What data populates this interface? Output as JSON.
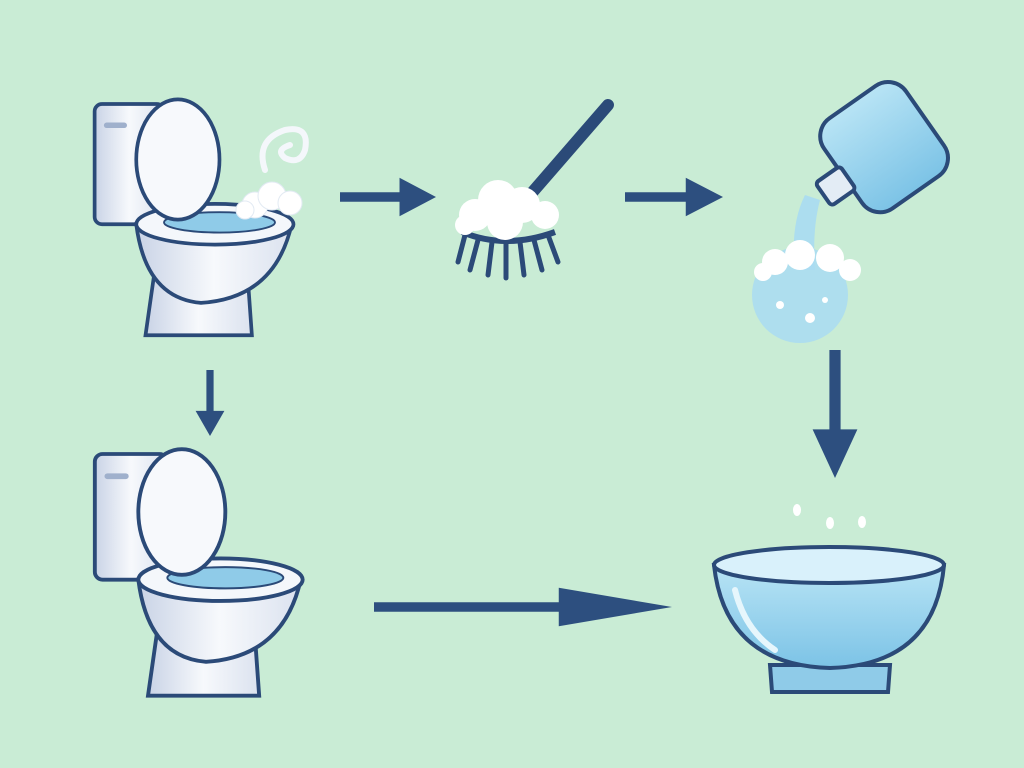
{
  "colors": {
    "background": "#c9ecd5",
    "outline": "#2b4a78",
    "arrow": "#2d4f7f",
    "porcelain": "#f4f7fb",
    "porcelain_shade": "#c9d3e6",
    "water": "#8fcbe8",
    "foam": "#ffffff"
  },
  "icons": [
    "toilet-open-lid-icon",
    "toilet-brush-icon",
    "cleaner-bottle-pouring-icon",
    "toilet-clean-icon",
    "water-bowl-icon"
  ],
  "arrows": [
    "right",
    "right",
    "down",
    "down",
    "right"
  ]
}
